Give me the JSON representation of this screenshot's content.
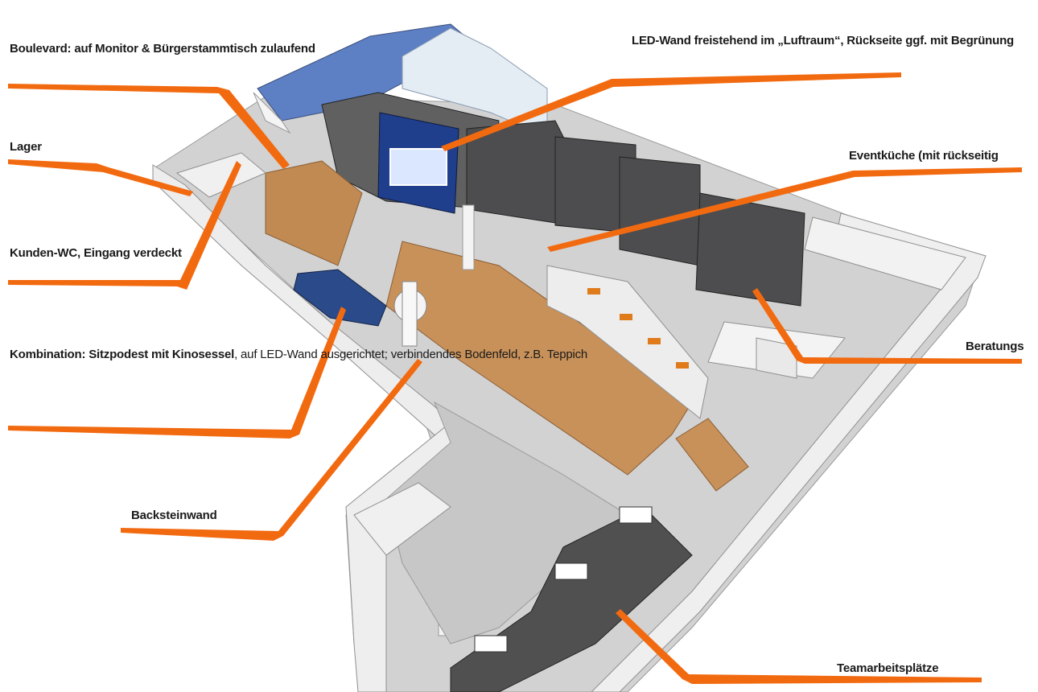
{
  "annotations": {
    "boulevard": {
      "line1": "Boulevard: auf Monitor &",
      "line2": "Bürgerstammtisch zulaufend"
    },
    "led_wand": {
      "line1": "LED-Wand freistehend im „Luftraum“, Rückseite",
      "line2": "ggf. mit Begrünung"
    },
    "lager": "Lager",
    "eventkueche": "Eventküche (mit rückseitig",
    "kunden_wc": {
      "line1": "Kunden-WC,",
      "line2": "Eingang verdeckt"
    },
    "beratung": "Beratungs",
    "kombination": {
      "line1_bold": "Kombination: Sitzpodest mit",
      "line2_bold": "Kinosessel",
      "line2_rest": ", auf LED-Wand",
      "line3": "ausgerichtet; verbindendes Bodenfeld,",
      "line4": "z.B. Teppich"
    },
    "backsteinwand": "Backsteinwand",
    "teamarbeitsplaetze": "Teamarbeitsplätze"
  },
  "colors": {
    "leader": "#f26a10",
    "wall": "#e9e9e9",
    "wall_top": "#f7f7f7",
    "floor": "#c9c9c9",
    "wood": "#c8915a",
    "dark_box": "#4d4d4f",
    "led_panel": "#1f3e8c",
    "roof_glass": "#5d7fc4",
    "carpet": "#505050"
  }
}
